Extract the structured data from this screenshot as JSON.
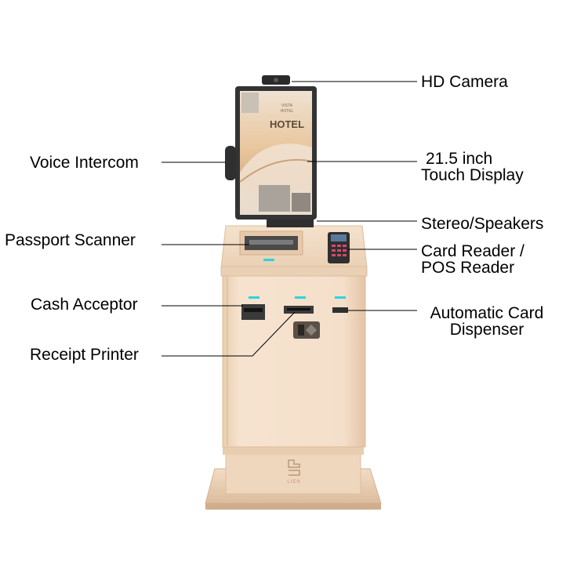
{
  "callouts": {
    "hd_camera": "HD Camera",
    "touch_display_line1": "21.5 inch",
    "touch_display_line2": "Touch Display",
    "stereo_speakers": "Stereo/Speakers",
    "card_reader_line1": "Card Reader /",
    "card_reader_line2": "POS Reader",
    "card_dispenser_line1": "Automatic Card",
    "card_dispenser_line2": "Dispenser",
    "voice_intercom": "Voice Intercom",
    "passport_scanner": "Passport Scanner",
    "cash_acceptor": "Cash Acceptor",
    "receipt_printer": "Receipt Printer"
  },
  "screen": {
    "brand_small_line1": "VISTA",
    "brand_small_line2": "HOTEL",
    "title": "HOTEL"
  },
  "logo": {
    "text": "LIEN"
  },
  "colors": {
    "body": "#f3dcc3",
    "body_shade": "#e7c9ab",
    "base": "#ecd2b6",
    "screen_frame": "#3a3a3a",
    "led": "#28d6e0",
    "leader_line": "#000000"
  }
}
